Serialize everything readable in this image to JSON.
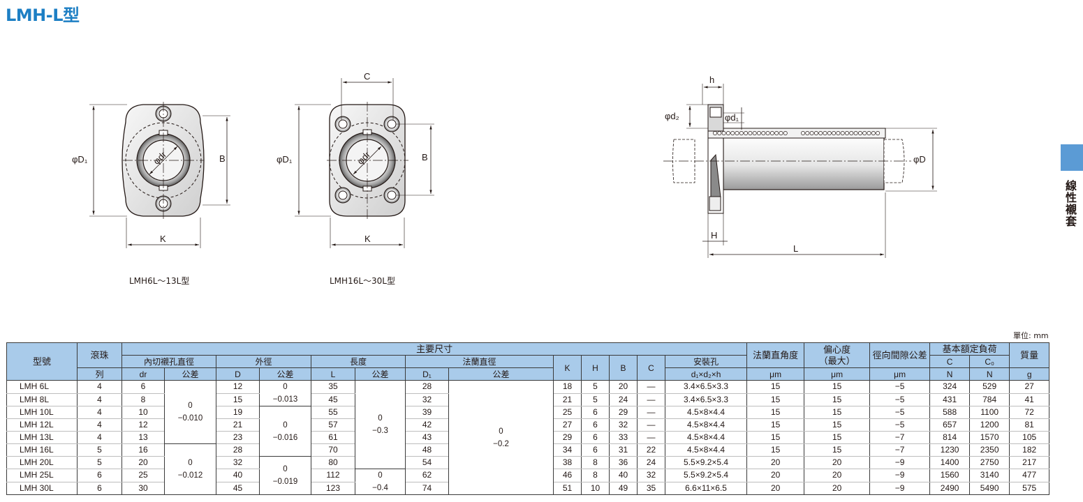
{
  "page": {
    "title": "LMH-L型",
    "side_label": "線性襯套",
    "unit_label": "單位: mm"
  },
  "drawings": {
    "front_small": {
      "caption": "LMH6L～13L型",
      "label_d1": "φD₁",
      "label_dr": "φdr",
      "label_b": "B",
      "label_k": "K"
    },
    "front_large": {
      "caption": "LMH16L～30L型",
      "label_c": "C",
      "label_d1": "φD₁",
      "label_dr": "φdr",
      "label_b": "B",
      "label_k": "K"
    },
    "side": {
      "label_h_small": "h",
      "label_d2": "φd₂",
      "label_d1": "φd₁",
      "label_d": "φD",
      "label_h": "H",
      "label_l": "L"
    }
  },
  "table": {
    "headers": {
      "model": "型號",
      "balls": "滾珠",
      "balls_sub": "列",
      "main_dims": "主要尺寸",
      "inscribed": "內切襯孔直徑",
      "outer": "外徑",
      "length": "長度",
      "flange_dia": "法蘭直徑",
      "k": "K",
      "h": "H",
      "b": "B",
      "c": "C",
      "mount_hole": "安裝孔",
      "mount_hole_sub": "d₁×d₂×h",
      "flange_perp": "法蘭直角度",
      "eccentric": "偏心度",
      "eccentric_sub": "（最大）",
      "clearance": "徑向間隙公差",
      "rated_load": "基本額定負荷",
      "c_dyn": "C",
      "c_stat": "C₀",
      "mass": "質量",
      "dr": "dr",
      "tol": "公差",
      "d": "D",
      "l": "L",
      "d1": "D₁",
      "um1": "μm",
      "um2": "μm",
      "um3": "μm",
      "n1": "N",
      "n2": "N",
      "g": "g"
    },
    "tolerances": {
      "dr_a": [
        "0",
        "−0.010"
      ],
      "dr_b": [
        "0",
        "−0.012"
      ],
      "d_a": [
        "0",
        "−0.013"
      ],
      "d_b": [
        "0",
        "−0.016"
      ],
      "d_c": [
        "0",
        "−0.019"
      ],
      "l_a": [
        "0",
        "−0.3"
      ],
      "l_b": [
        "0",
        "−0.4"
      ],
      "d1_a": [
        "0",
        "−0.2"
      ]
    },
    "rows": [
      {
        "model": "LMH 6L",
        "balls": "4",
        "dr": "6",
        "d": "12",
        "l": "35",
        "d1": "28",
        "k": "18",
        "h": "5",
        "b": "20",
        "c": "—",
        "mount": "3.4×6.5×3.3",
        "perp": "15",
        "ecc": "15",
        "clr": "−5",
        "cdyn": "324",
        "cstat": "529",
        "mass": "27"
      },
      {
        "model": "LMH 8L",
        "balls": "4",
        "dr": "8",
        "d": "15",
        "l": "45",
        "d1": "32",
        "k": "21",
        "h": "5",
        "b": "24",
        "c": "—",
        "mount": "3.4×6.5×3.3",
        "perp": "15",
        "ecc": "15",
        "clr": "−5",
        "cdyn": "431",
        "cstat": "784",
        "mass": "41"
      },
      {
        "model": "LMH 10L",
        "balls": "4",
        "dr": "10",
        "d": "19",
        "l": "55",
        "d1": "39",
        "k": "25",
        "h": "6",
        "b": "29",
        "c": "—",
        "mount": "4.5×8×4.4",
        "perp": "15",
        "ecc": "15",
        "clr": "−5",
        "cdyn": "588",
        "cstat": "1100",
        "mass": "72"
      },
      {
        "model": "LMH 12L",
        "balls": "4",
        "dr": "12",
        "d": "21",
        "l": "57",
        "d1": "42",
        "k": "27",
        "h": "6",
        "b": "32",
        "c": "—",
        "mount": "4.5×8×4.4",
        "perp": "15",
        "ecc": "15",
        "clr": "−5",
        "cdyn": "657",
        "cstat": "1200",
        "mass": "81"
      },
      {
        "model": "LMH 13L",
        "balls": "4",
        "dr": "13",
        "d": "23",
        "l": "61",
        "d1": "43",
        "k": "29",
        "h": "6",
        "b": "33",
        "c": "—",
        "mount": "4.5×8×4.4",
        "perp": "15",
        "ecc": "15",
        "clr": "−7",
        "cdyn": "814",
        "cstat": "1570",
        "mass": "105"
      },
      {
        "model": "LMH 16L",
        "balls": "5",
        "dr": "16",
        "d": "28",
        "l": "70",
        "d1": "48",
        "k": "34",
        "h": "6",
        "b": "31",
        "c": "22",
        "mount": "4.5×8×4.4",
        "perp": "15",
        "ecc": "15",
        "clr": "−7",
        "cdyn": "1230",
        "cstat": "2350",
        "mass": "182"
      },
      {
        "model": "LMH 20L",
        "balls": "5",
        "dr": "20",
        "d": "32",
        "l": "80",
        "d1": "54",
        "k": "38",
        "h": "8",
        "b": "36",
        "c": "24",
        "mount": "5.5×9.2×5.4",
        "perp": "20",
        "ecc": "20",
        "clr": "−9",
        "cdyn": "1400",
        "cstat": "2750",
        "mass": "217"
      },
      {
        "model": "LMH 25L",
        "balls": "6",
        "dr": "25",
        "d": "40",
        "l": "112",
        "d1": "62",
        "k": "46",
        "h": "8",
        "b": "40",
        "c": "32",
        "mount": "5.5×9.2×5.4",
        "perp": "20",
        "ecc": "20",
        "clr": "−9",
        "cdyn": "1560",
        "cstat": "3140",
        "mass": "477"
      },
      {
        "model": "LMH 30L",
        "balls": "6",
        "dr": "30",
        "d": "45",
        "l": "123",
        "d1": "74",
        "k": "51",
        "h": "10",
        "b": "49",
        "c": "35",
        "mount": "6.6×11×6.5",
        "perp": "20",
        "ecc": "20",
        "clr": "−9",
        "cdyn": "2490",
        "cstat": "5490",
        "mass": "575"
      }
    ]
  }
}
